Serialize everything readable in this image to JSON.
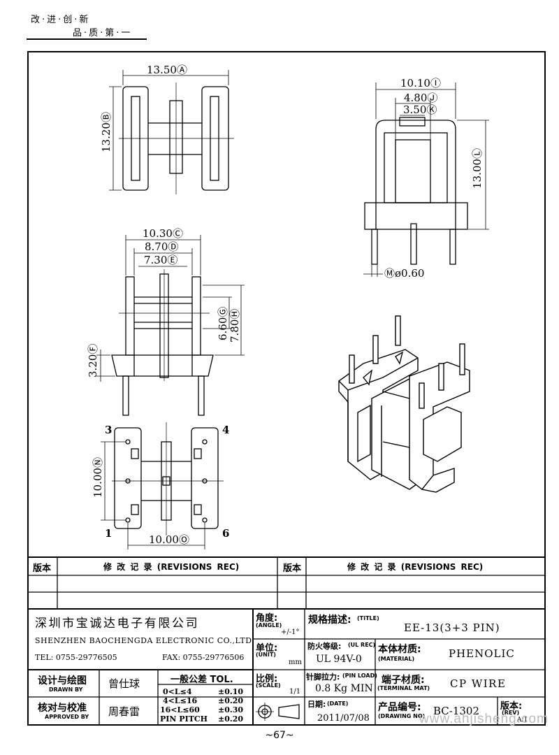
{
  "header": {
    "slogan_line1": "改·进·创·新",
    "slogan_line2": "品·质·第·一"
  },
  "dims": {
    "top_left_width": "13.50Ⓐ",
    "top_left_height": "13.20Ⓑ",
    "top_right_width": "10.10Ⓘ",
    "top_right_mid": "4.80Ⓙ",
    "top_right_inner": "3.50Ⓚ",
    "top_right_height": "13.00Ⓛ",
    "top_right_pin": "Ⓜø0.60",
    "mid_left_w1": "10.30Ⓒ",
    "mid_left_w2": "8.70Ⓓ",
    "mid_left_w3": "7.30Ⓔ",
    "mid_left_h1": "6.60Ⓖ",
    "mid_left_h2": "7.80Ⓗ",
    "mid_left_base": "3.20Ⓕ",
    "bottom_height": "10.00Ⓝ",
    "bottom_width": "10.00Ⓞ",
    "pin3": "3",
    "pin4": "4",
    "pin1": "1",
    "pin6": "6"
  },
  "revisions": {
    "version_label_left": "版本",
    "record_label_left": "修 改 记 录 (REVISIONS REC)",
    "version_label_right": "版本",
    "record_label_right": "修 改 记 录 (REVISIONS REC)"
  },
  "company": {
    "name_cn": "深圳市宝诚达电子有限公司",
    "name_en": "SHENZHEN BAOCHENGDA ELECTRONIC CO.,LTD",
    "tel": "TEL: 0755-29776505",
    "fax": "FAX: 0755-29776506"
  },
  "titleblock": {
    "angle_cn": "角度:",
    "angle_en": "(ANGLE)",
    "angle_val": "+/-1°",
    "unit_cn": "单位:",
    "unit_en": "(UNIT)",
    "unit_val": "mm",
    "scale_cn": "比例:",
    "scale_en": "(SCALE)",
    "scale_val": "1/1",
    "title_cn": "规格描述:",
    "title_en": "(TITLE)",
    "title_val": "EE-13(3+3 PIN)",
    "fire_cn": "防火等级:",
    "fire_en": "(UL REC)",
    "fire_val": "UL 94V-0",
    "material_cn": "本体材质:",
    "material_en": "(MATERIAL)",
    "material_val": "PHENOLIC",
    "pinload_cn": "针脚拉力:",
    "pinload_en": "(PIN LOAD)",
    "pinload_val": "0.8 Kg MIN",
    "terminal_cn": "端子材质:",
    "terminal_en": "(TERMINAL MAT)",
    "terminal_val": "CP WIRE",
    "date_cn": "日期:",
    "date_en": "(DATE)",
    "date_val": "2011/07/08",
    "drawno_cn": "产品编号:",
    "drawno_en": "(DRAWING NO)",
    "drawno_val": "BC-1302",
    "rev_cn": "版本:",
    "rev_en": "(REV)",
    "rev_val": "A/1",
    "drawn_cn": "设计与绘图",
    "drawn_en": "DRAWN BY",
    "drawn_val": "曾仕球",
    "approved_cn": "核对与校准",
    "approved_en": "APPROVED BY",
    "approved_val": "周春雷",
    "tol_title": "一般公差 TOL.",
    "tol_rows": [
      {
        "range": "0<L≤4",
        "val": "±0.10"
      },
      {
        "range": "4<L≤16",
        "val": "±0.20"
      },
      {
        "range": "16<L≤60",
        "val": "±0.30"
      },
      {
        "range": "PIN PITCH",
        "val": "±0.20"
      }
    ]
  },
  "footer": {
    "page": "~67~",
    "watermark": "www.ahjisheng.com"
  }
}
